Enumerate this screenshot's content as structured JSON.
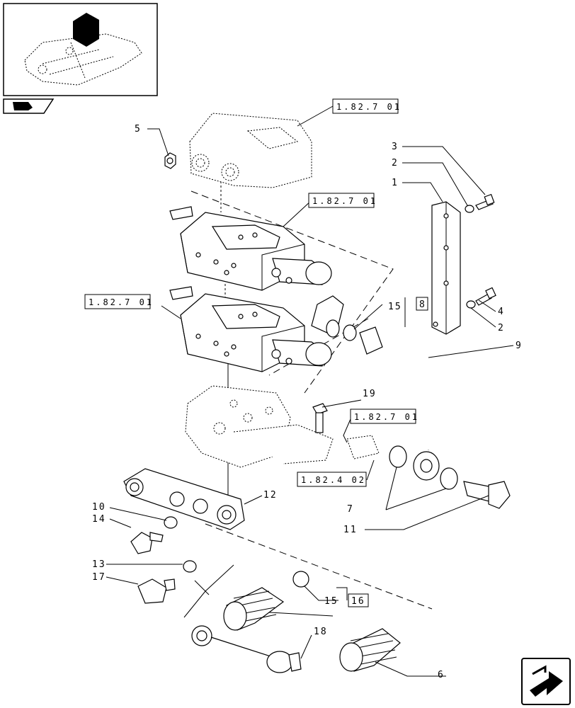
{
  "refs": {
    "r1": "1.82.7 01",
    "r2": "1.82.7 01",
    "r3": "1.82.7 01",
    "r4": "1.82.7 01",
    "r5": "1.82.4 02"
  },
  "boxed": {
    "b8": "8",
    "b16": "16"
  },
  "labels": {
    "l1": "1",
    "l2a": "2",
    "l2b": "2",
    "l3": "3",
    "l4": "4",
    "l5": "5",
    "l6": "6",
    "l7": "7",
    "l9": "9",
    "l10": "10",
    "l11": "11",
    "l12": "12",
    "l13": "13",
    "l14": "14",
    "l15a": "15",
    "l15b": "15",
    "l17": "17",
    "l18": "18",
    "l19": "19"
  },
  "icons": {
    "thumbnail": "tractor-lift-cover-thumbnail",
    "badge": "catalog-badge-icon",
    "nav": "next-page-arrow-icon"
  }
}
